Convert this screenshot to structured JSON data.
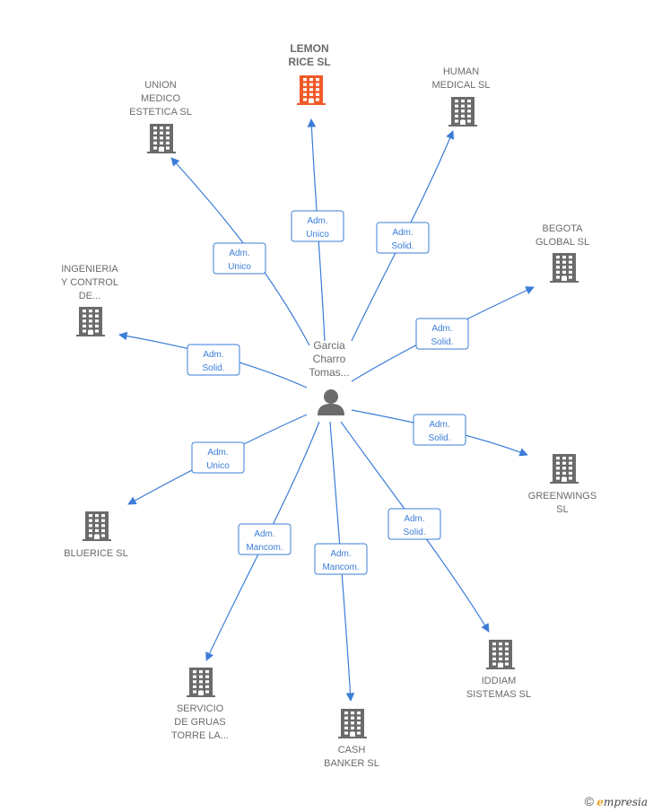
{
  "person": {
    "label_lines": [
      "Garcia",
      "Charro",
      "Tomas..."
    ],
    "icon": "person-icon"
  },
  "colors": {
    "edge": "#3b7dd8",
    "building": "#6b6b6b",
    "building_highlight": "#f05a28",
    "label": "#6b6b6b"
  },
  "companies": [
    {
      "id": "lemon-rice",
      "label_lines": [
        "LEMON",
        "RICE  SL"
      ],
      "highlight": true,
      "role_lines": [
        "Adm.",
        "Unico"
      ]
    },
    {
      "id": "human-medical",
      "label_lines": [
        "HUMAN",
        "MEDICAL  SL"
      ],
      "highlight": false,
      "role_lines": [
        "Adm.",
        "Solid."
      ]
    },
    {
      "id": "union-medico",
      "label_lines": [
        "UNION",
        "MEDICO",
        "ESTETICA  SL"
      ],
      "highlight": false,
      "role_lines": [
        "Adm.",
        "Unico"
      ]
    },
    {
      "id": "begota-global",
      "label_lines": [
        "BEGOTA",
        "GLOBAL  SL"
      ],
      "highlight": false,
      "role_lines": [
        "Adm.",
        "Solid."
      ]
    },
    {
      "id": "ingenieria",
      "label_lines": [
        "INGENIERIA",
        "Y CONTROL",
        "DE..."
      ],
      "highlight": false,
      "role_lines": [
        "Adm.",
        "Solid."
      ]
    },
    {
      "id": "greenwings",
      "label_lines": [
        "GREENWINGS",
        "SL"
      ],
      "highlight": false,
      "role_lines": [
        "Adm.",
        "Solid."
      ]
    },
    {
      "id": "bluerice",
      "label_lines": [
        "BLUERICE  SL"
      ],
      "highlight": false,
      "role_lines": [
        "Adm.",
        "Unico"
      ]
    },
    {
      "id": "iddiam",
      "label_lines": [
        "IDDIAM",
        "SISTEMAS SL"
      ],
      "highlight": false,
      "role_lines": [
        "Adm.",
        "Solid."
      ]
    },
    {
      "id": "servicio-gruas",
      "label_lines": [
        "SERVICIO",
        "DE GRUAS",
        "TORRE LA..."
      ],
      "highlight": false,
      "role_lines": [
        "Adm.",
        "Mancom."
      ]
    },
    {
      "id": "cash-banker",
      "label_lines": [
        "CASH",
        "BANKER  SL"
      ],
      "highlight": false,
      "role_lines": [
        "Adm.",
        "Mancom."
      ]
    }
  ],
  "footer": {
    "copyright": "©",
    "brand_initial": "e",
    "brand_rest": "mpresia"
  }
}
